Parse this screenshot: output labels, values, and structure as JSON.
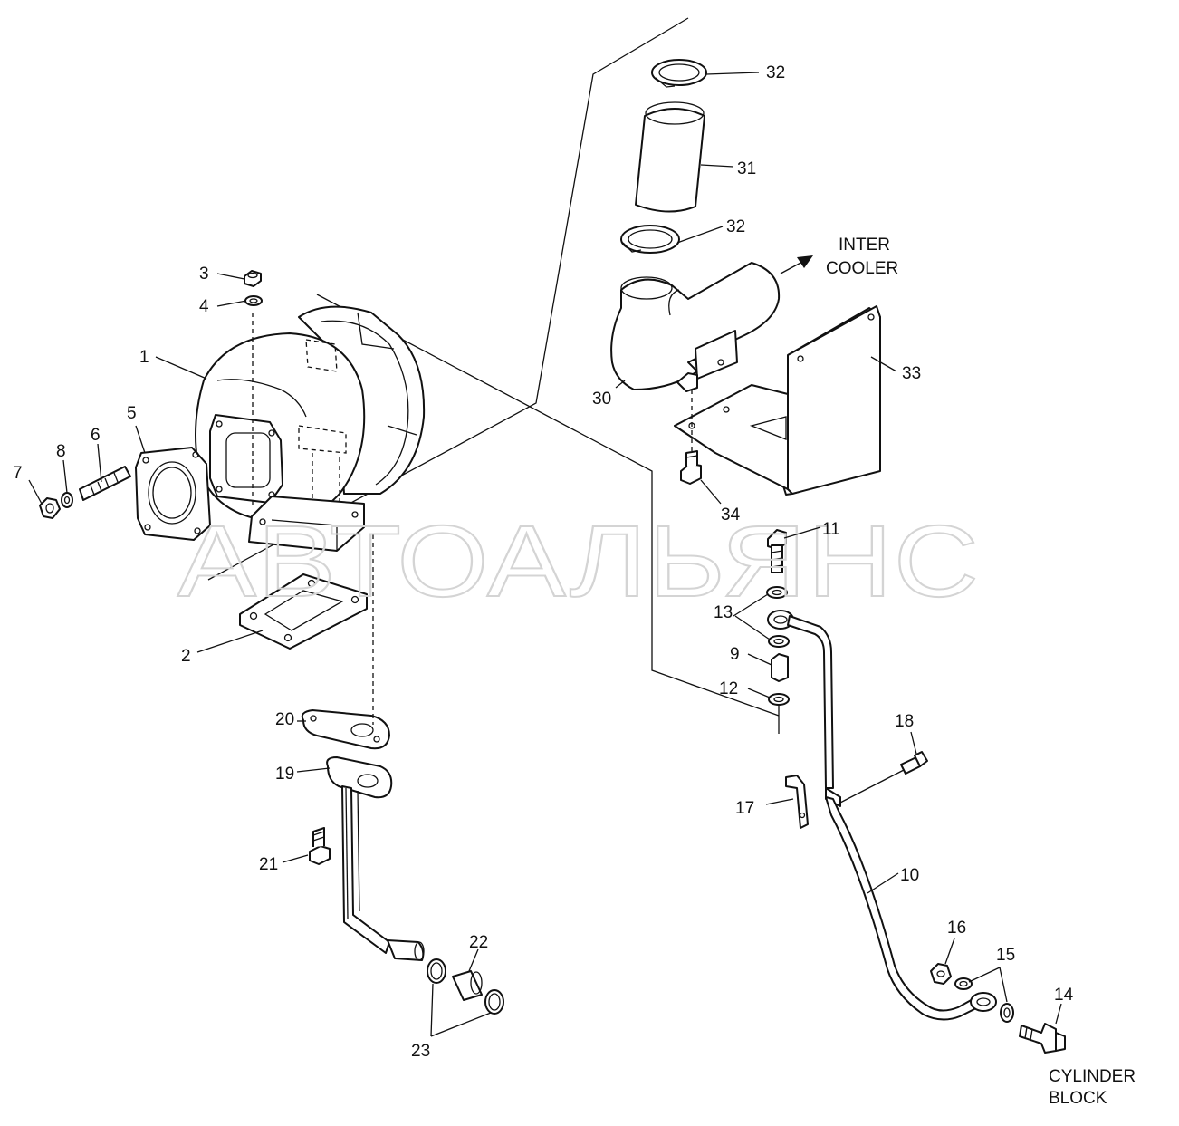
{
  "watermark": "АВТОАЛЬЯНС",
  "notes": {
    "intercooler_line1": "INTER",
    "intercooler_line2": "COOLER",
    "cylinder_block_line1": "CYLINDER",
    "cylinder_block_line2": "BLOCK"
  },
  "callouts": [
    "1",
    "2",
    "3",
    "4",
    "5",
    "6",
    "7",
    "8",
    "9",
    "10",
    "11",
    "12",
    "13",
    "14",
    "15",
    "16",
    "17",
    "18",
    "19",
    "20",
    "21",
    "22",
    "23",
    "30",
    "31",
    "32",
    "32",
    "33",
    "34"
  ],
  "colors": {
    "line": "#111111",
    "watermark": "#d4d4d4",
    "background": "#ffffff"
  },
  "icons": {
    "flow_arrow": "arrow-right-icon"
  }
}
